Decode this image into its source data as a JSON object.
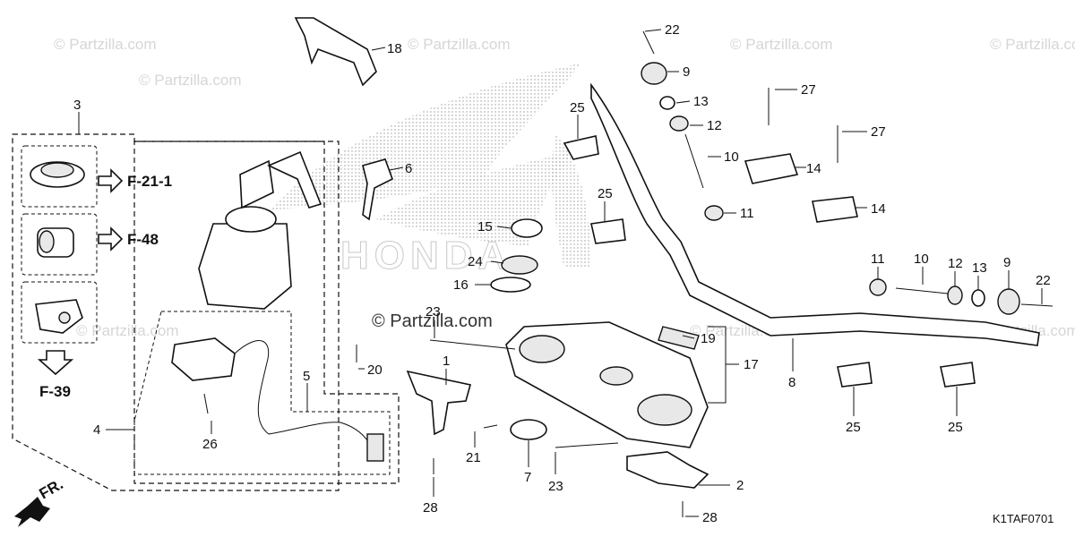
{
  "watermarks": {
    "site": "© Partzilla.com",
    "center": "© Partzilla.com"
  },
  "brand_mark": "HONDA",
  "diagram_code": "K1TAF0701",
  "direction": {
    "label": "FR."
  },
  "references": {
    "cap": "F-21-1",
    "lock": "F-48",
    "latch": "F-39"
  },
  "callouts": [
    "1",
    "2",
    "3",
    "4",
    "5",
    "6",
    "7",
    "8",
    "9",
    "10",
    "11",
    "12",
    "13",
    "14",
    "15",
    "16",
    "17",
    "18",
    "19",
    "20",
    "21",
    "22",
    "23",
    "24",
    "25",
    "26",
    "27",
    "28"
  ],
  "labels": {
    "l18": "18",
    "l3": "3",
    "l6": "6",
    "l4": "4",
    "l5": "5",
    "l20": "20",
    "l26": "26",
    "l15": "15",
    "l24": "24",
    "l16": "16",
    "l23a": "23",
    "l1": "1",
    "l21": "21",
    "l7": "7",
    "l23b": "23",
    "l28a": "28",
    "l28b": "28",
    "l2": "2",
    "l19": "19",
    "l17": "17",
    "l8": "8",
    "l22a": "22",
    "l9a": "9",
    "l13a": "13",
    "l12a": "12",
    "l10a": "10",
    "l11a": "11",
    "l27a": "27",
    "l27b": "27",
    "l14a": "14",
    "l14b": "14",
    "l25a": "25",
    "l25b": "25",
    "l25c": "25",
    "l25d": "25",
    "l11b": "11",
    "l10b": "10",
    "l12b": "12",
    "l13b": "13",
    "l9b": "9",
    "l22b": "22"
  }
}
